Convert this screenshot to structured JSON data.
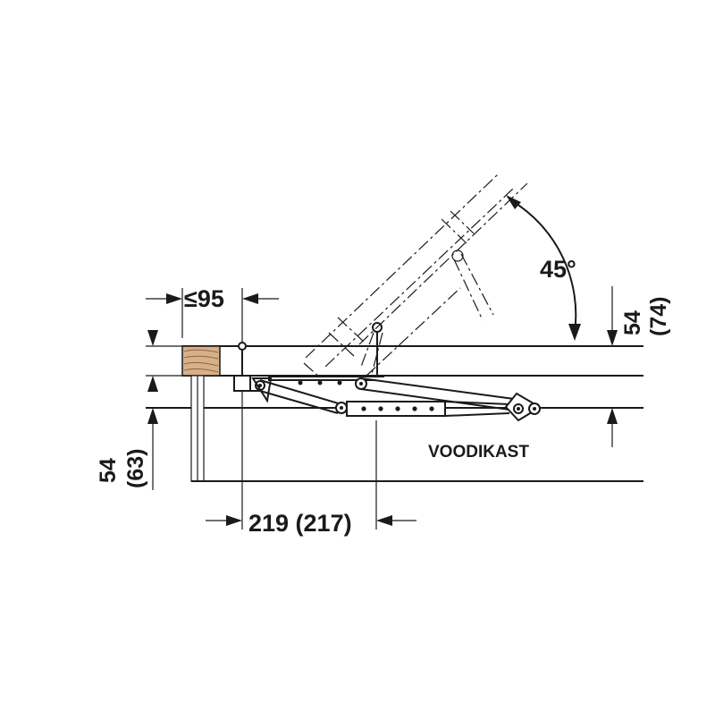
{
  "labels": {
    "max_width": "≤95",
    "angle": "45°",
    "right_height": "54",
    "right_height_alt": "(74)",
    "left_height": "54",
    "left_height_alt": "(63)",
    "bottom_width": "219 (217)",
    "box_name": "VOODIKAST"
  },
  "colors": {
    "line": "#1a1a1a",
    "wood": "#d6b08a",
    "grain": "#8a5a34"
  }
}
